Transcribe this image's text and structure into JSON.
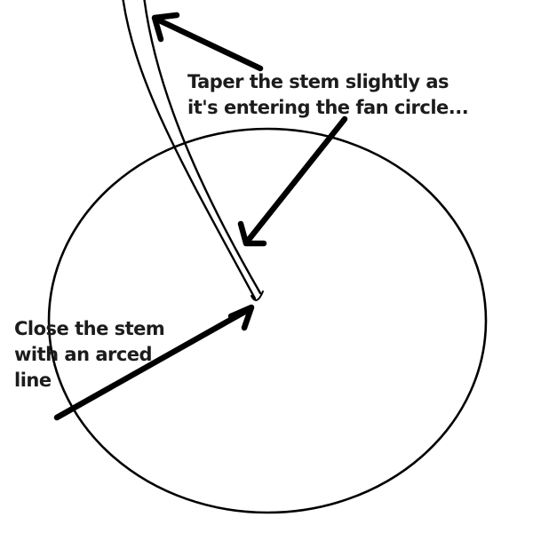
{
  "colors": {
    "background": "#ffffff",
    "ink": "#000000",
    "text": "#1c1c1c"
  },
  "figure": {
    "shapes": [
      "fan-circle",
      "stem-outline",
      "stem-closing-arc"
    ],
    "icons": [
      "arrow-up-left-icon",
      "arrow-down-left-icon",
      "arrow-up-right-icon"
    ]
  },
  "annotations": {
    "taper": {
      "lines": [
        "Taper the stem slightly as",
        "it's entering the fan circle..."
      ]
    },
    "close": {
      "lines": [
        "Close the stem",
        "with an arced",
        "line"
      ]
    }
  }
}
